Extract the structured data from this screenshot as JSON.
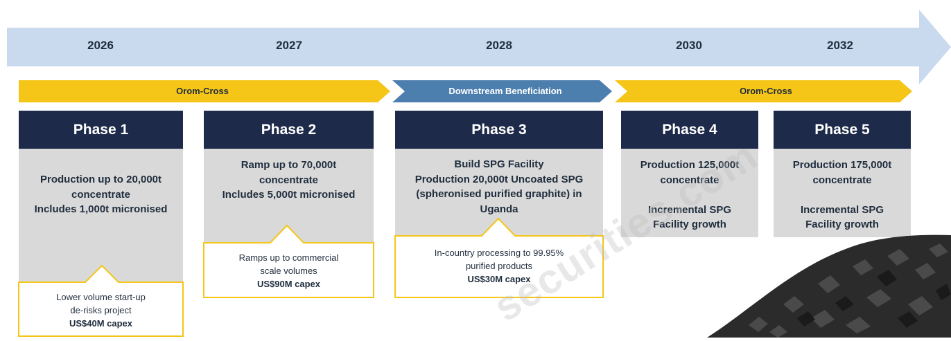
{
  "timeline": {
    "years": [
      "2026",
      "2027",
      "2028",
      "2030",
      "2032"
    ]
  },
  "stages": [
    {
      "label": "Orom-Cross",
      "color": "#f5c518"
    },
    {
      "label": "Downstream Beneficiation",
      "color": "#4d7fae"
    },
    {
      "label": "Orom-Cross",
      "color": "#f5c518"
    }
  ],
  "phases": [
    {
      "title": "Phase 1",
      "lines": [
        "Production up to 20,000t",
        "concentrate",
        "Includes 1,000t micronised"
      ],
      "callout": {
        "lines": [
          "Lower volume start-up",
          "de-risks project"
        ],
        "capex": "US$40M capex"
      }
    },
    {
      "title": "Phase 2",
      "lines": [
        "Ramp up to 70,000t",
        "concentrate",
        "Includes 5,000t micronised"
      ],
      "callout": {
        "lines": [
          "Ramps up to commercial",
          "scale volumes"
        ],
        "capex": "US$90M capex"
      }
    },
    {
      "title": "Phase 3",
      "lines": [
        "Build SPG Facility",
        "Production 20,000t Uncoated SPG",
        "(spheronised purified graphite) in",
        "Uganda"
      ],
      "callout": {
        "lines": [
          "In-country processing to 99.95%",
          "purified products"
        ],
        "capex": "US$30M capex"
      }
    },
    {
      "title": "Phase 4",
      "lines": [
        "Production 125,000t",
        "concentrate",
        "",
        "Incremental SPG",
        "Facility growth"
      ]
    },
    {
      "title": "Phase 5",
      "lines": [
        "Production 175,000t",
        "concentrate",
        "",
        "Incremental SPG",
        "Facility growth"
      ]
    }
  ],
  "watermark": "securities.com",
  "colors": {
    "timeline": "#c9d9ee",
    "phase_header": "#1e2a4a",
    "phase_body": "#d9d9d9",
    "callout_border": "#f5c518"
  }
}
